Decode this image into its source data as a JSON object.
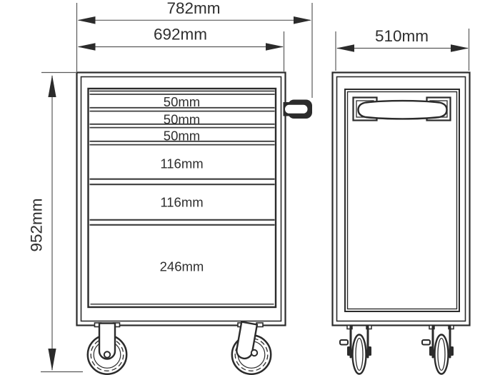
{
  "drawing": {
    "background": "#ffffff",
    "line_color": "#2b2b2b",
    "dimension_line_color": "#5a5a5a",
    "text_color": "#2e2e2e"
  },
  "dimensions": {
    "overall_width": "782mm",
    "cabinet_width": "692mm",
    "side_depth": "510mm",
    "height": "952mm"
  },
  "front_view": {
    "drawers": [
      {
        "label": "50mm"
      },
      {
        "label": "50mm"
      },
      {
        "label": "50mm"
      },
      {
        "label": "116mm"
      },
      {
        "label": "116mm"
      },
      {
        "label": "246mm"
      }
    ]
  }
}
